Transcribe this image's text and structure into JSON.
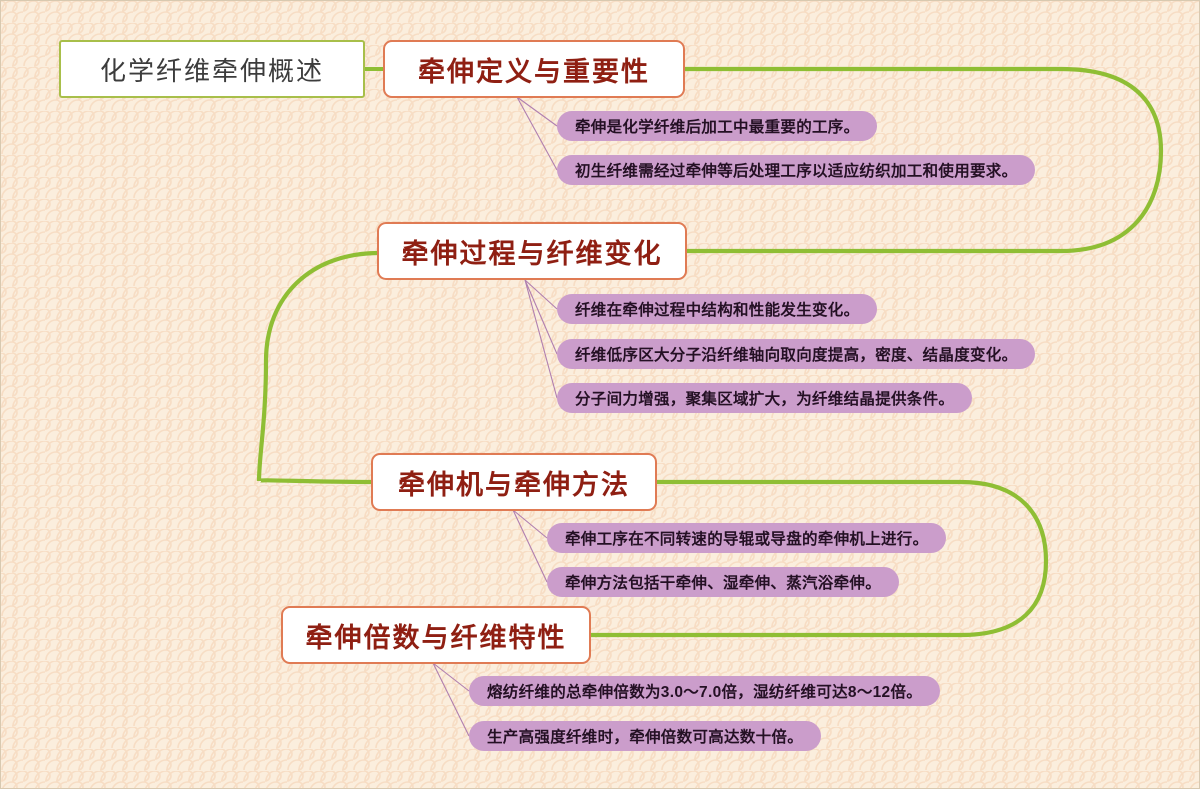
{
  "document": {
    "type": "mind-map",
    "title": "化学纤维牵伸概述",
    "root": {
      "label": "化学纤维牵伸概述",
      "border_color": "#a8bf4a",
      "fill_color": "#ffffff",
      "text_color": "#3c3c3c"
    },
    "theme": {
      "background_color": "#fbeedd",
      "pattern_color": "#f7ddc4",
      "branch_line_color": "#8fbe34",
      "topic_border_color": "#e07b54",
      "topic_text_color": "#8f1f12",
      "leaf_fill_color": "#cb9dcb",
      "leaf_text_color": "#241024",
      "leaf_connector_color": "#b07fb0"
    },
    "branches": [
      {
        "id": "branch-1",
        "label": "牵伸定义与重要性",
        "leaves": [
          {
            "id": "leaf-1-1",
            "text": "牵伸是化学纤维后加工中最重要的工序。"
          },
          {
            "id": "leaf-1-2",
            "text": "初生纤维需经过牵伸等后处理工序以适应纺织加工和使用要求。"
          }
        ]
      },
      {
        "id": "branch-2",
        "label": "牵伸过程与纤维变化",
        "leaves": [
          {
            "id": "leaf-2-1",
            "text": "纤维在牵伸过程中结构和性能发生变化。"
          },
          {
            "id": "leaf-2-2",
            "text": "纤维低序区大分子沿纤维轴向取向度提高，密度、结晶度变化。"
          },
          {
            "id": "leaf-2-3",
            "text": "分子间力增强，聚集区域扩大，为纤维结晶提供条件。"
          }
        ]
      },
      {
        "id": "branch-3",
        "label": "牵伸机与牵伸方法",
        "leaves": [
          {
            "id": "leaf-3-1",
            "text": "牵伸工序在不同转速的导辊或导盘的牵伸机上进行。"
          },
          {
            "id": "leaf-3-2",
            "text": "牵伸方法包括干牵伸、湿牵伸、蒸汽浴牵伸。"
          }
        ]
      },
      {
        "id": "branch-4",
        "label": "牵伸倍数与纤维特性",
        "leaves": [
          {
            "id": "leaf-4-1",
            "text": "熔纺纤维的总牵伸倍数为3.0～7.0倍，湿纺纤维可达8～12倍。"
          },
          {
            "id": "leaf-4-2",
            "text": "生产高强度纤维时，牵伸倍数可高达数十倍。"
          }
        ]
      }
    ]
  }
}
